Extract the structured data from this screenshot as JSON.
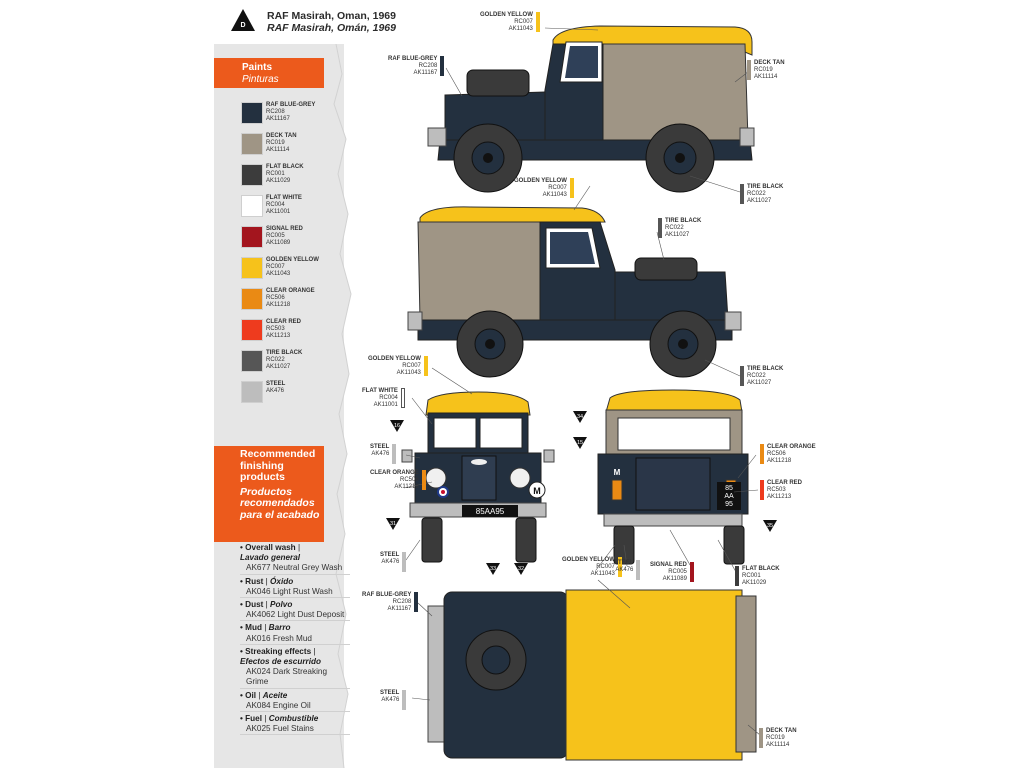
{
  "header": {
    "profile_letter": "D",
    "title": "RAF Masirah, Oman, 1969",
    "title_es": "RAF Masirah, Omán, 1969"
  },
  "paints": {
    "header": "Paints",
    "header_es": "Pinturas",
    "items": [
      {
        "name": "RAF BLUE-GREY",
        "code1": "RC208",
        "code2": "AK11167",
        "color": "#23303f"
      },
      {
        "name": "DECK TAN",
        "code1": "RC019",
        "code2": "AK11114",
        "color": "#9f9585"
      },
      {
        "name": "FLAT BLACK",
        "code1": "RC001",
        "code2": "AK11029",
        "color": "#3c3c3c"
      },
      {
        "name": "FLAT WHITE",
        "code1": "RC004",
        "code2": "AK11001",
        "color": "#ffffff"
      },
      {
        "name": "SIGNAL RED",
        "code1": "RC005",
        "code2": "AK11089",
        "color": "#a3151e"
      },
      {
        "name": "GOLDEN YELLOW",
        "code1": "RC007",
        "code2": "AK11043",
        "color": "#f6c21b"
      },
      {
        "name": "CLEAR ORANGE",
        "code1": "RC506",
        "code2": "AK11218",
        "color": "#ea8a14"
      },
      {
        "name": "CLEAR RED",
        "code1": "RC503",
        "code2": "AK11213",
        "color": "#ee3b1e"
      },
      {
        "name": "TIRE BLACK",
        "code1": "RC022",
        "code2": "AK11027",
        "color": "#565656"
      },
      {
        "name": "STEEL",
        "code1": "AK476",
        "code2": "",
        "color": "#bdbdbd"
      }
    ]
  },
  "finishing": {
    "header": "Recommended finishing products",
    "header_es": "Productos recomendados para el acabado",
    "items": [
      {
        "title": "Overall wash",
        "title_es": "Lavado general",
        "product": "AK677 Neutral Grey Wash"
      },
      {
        "title": "Rust",
        "title_es": "Óxido",
        "product": "AK046 Light Rust Wash"
      },
      {
        "title": "Dust",
        "title_es": "Polvo",
        "product": "AK4062 Light Dust Deposit"
      },
      {
        "title": "Mud",
        "title_es": "Barro",
        "product": "AK016 Fresh Mud"
      },
      {
        "title": "Streaking effects",
        "title_es": "Efectos de escurrido",
        "product": "AK024 Dark Streaking Grime"
      },
      {
        "title": "Oil",
        "title_es": "Aceite",
        "product": "AK084 Engine Oil"
      },
      {
        "title": "Fuel",
        "title_es": "Combustible",
        "product": "AK025 Fuel Stains"
      }
    ]
  },
  "callouts": {
    "golden_yellow_top": {
      "name": "GOLDEN YELLOW",
      "code1": "RC007",
      "code2": "AK11043"
    },
    "raf_blue_grey_side": {
      "name": "RAF BLUE-GREY",
      "code1": "RC208",
      "code2": "AK11167"
    },
    "deck_tan_side": {
      "name": "DECK TAN",
      "code1": "RC019",
      "code2": "AK11114"
    },
    "tire_black_side": {
      "name": "TIRE BLACK",
      "code1": "RC022",
      "code2": "AK11027"
    },
    "golden_yellow_mid": {
      "name": "GOLDEN YELLOW",
      "code1": "RC007",
      "code2": "AK11043"
    },
    "tire_black_mid": {
      "name": "TIRE BLACK",
      "code1": "RC022",
      "code2": "AK11027"
    },
    "golden_yellow_front": {
      "name": "GOLDEN YELLOW",
      "code1": "RC007",
      "code2": "AK11043"
    },
    "tire_black_mid2": {
      "name": "TIRE BLACK",
      "code1": "RC022",
      "code2": "AK11027"
    },
    "flat_white_front": {
      "name": "FLAT WHITE",
      "code1": "RC004",
      "code2": "AK11001"
    },
    "steel_front": {
      "name": "STEEL",
      "code1": "AK476",
      "code2": ""
    },
    "clear_orange_front": {
      "name": "CLEAR ORANGE",
      "code1": "RC506",
      "code2": "AK11218"
    },
    "steel_front_bottom": {
      "name": "STEEL",
      "code1": "AK476",
      "code2": ""
    },
    "clear_orange_rear": {
      "name": "CLEAR ORANGE",
      "code1": "RC506",
      "code2": "AK11218"
    },
    "clear_red_rear": {
      "name": "CLEAR RED",
      "code1": "RC503",
      "code2": "AK11213"
    },
    "golden_yellow_top2": {
      "name": "GOLDEN YELLOW",
      "code1": "RC007",
      "code2": "AK11043"
    },
    "steel_rear": {
      "name": "STEEL",
      "code1": "AK476",
      "code2": ""
    },
    "signal_red_rear": {
      "name": "SIGNAL RED",
      "code1": "RC005",
      "code2": "AK11089"
    },
    "flat_black_rear": {
      "name": "FLAT BLACK",
      "code1": "RC001",
      "code2": "AK11029"
    },
    "raf_blue_grey_top": {
      "name": "RAF BLUE-GREY",
      "code1": "RC208",
      "code2": "AK11167"
    },
    "steel_top": {
      "name": "STEEL",
      "code1": "AK476",
      "code2": ""
    },
    "deck_tan_top": {
      "name": "DECK TAN",
      "code1": "RC019",
      "code2": "AK11114"
    }
  },
  "decal_numbers": [
    "16",
    "34",
    "15",
    "31",
    "33",
    "32",
    "35"
  ],
  "plates": {
    "front": "85AA95",
    "rear_line1": "85",
    "rear_line2": "AA",
    "rear_line3": "95"
  },
  "markings": {
    "m_letter": "M"
  },
  "colors": {
    "orange_accent": "#ec5a1c",
    "raf_blue_grey": "#23303f",
    "deck_tan": "#9f9585",
    "golden_yellow": "#f6c21b",
    "tire_black": "#3a3a3a"
  }
}
